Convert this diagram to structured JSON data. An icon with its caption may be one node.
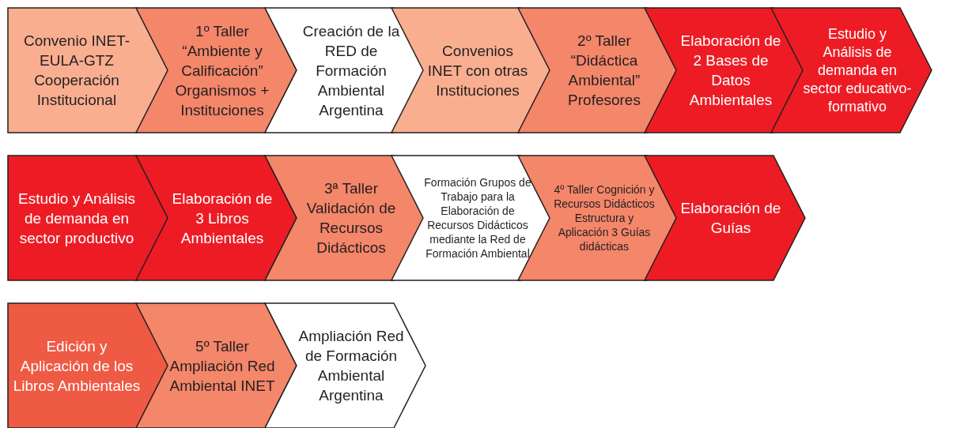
{
  "diagram": {
    "nodes": [
      {
        "text": [
          "Convenio INET-EULA-GTZ Cooperación Institucional"
        ]
      },
      {
        "text": [
          "1º Taller “Ambiente y Calificación” Organismos + Instituciones"
        ]
      },
      {
        "text": [
          "Creación de la RED de Formación Ambiental Argentina"
        ]
      },
      {
        "text": [
          "Convenios INET con otras Instituciones"
        ]
      },
      {
        "text": [
          "2º Taller “Didáctica Ambiental” Profesores"
        ]
      },
      {
        "text": [
          "Elaboración de 2 Bases de Datos Ambientales"
        ]
      },
      {
        "text": [
          "Estudio y Análisis de demanda en sector educativo-formativo"
        ]
      },
      {
        "text": [
          "Estudio y Análisis de demanda en sector productivo"
        ]
      },
      {
        "text": [
          "Elaboración de 3 Libros Ambientales"
        ]
      },
      {
        "text": [
          "3ª Taller Validación de Recursos Didácticos"
        ]
      },
      {
        "text": [
          "Formación Grupos de Trabajo para la Elaboración de Recursos Didácticos mediante la Red de Formación Ambiental"
        ]
      },
      {
        "text": [
          "4º Taller Cognición y Recursos Didácticos Estructura y Aplicación 3 Guías didácticas"
        ]
      },
      {
        "text": [
          "Elaboración de Guías"
        ]
      },
      {
        "text": [
          "Edición y Aplicación de los Libros Ambientales"
        ]
      },
      {
        "text": [
          "5º Taller Ampliación Red Ambiental INET"
        ]
      },
      {
        "text": [
          "Ampliación Red de Formación Ambiental Argentina"
        ]
      }
    ]
  }
}
